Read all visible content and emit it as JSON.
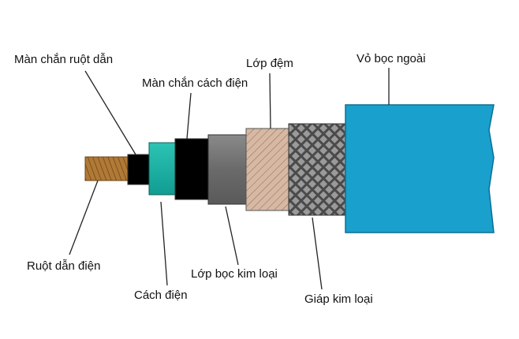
{
  "diagram": {
    "labels": {
      "conductor_shield": "Màn chắn ruột dẫn",
      "insulation_shield": "Màn chắn cách điện",
      "bedding": "Lớp đệm",
      "outer_sheath": "Vỏ bọc ngoài",
      "conductor": "Ruột dẫn điện",
      "insulation": "Cách điện",
      "metallic_sheath": "Lớp bọc kim loại",
      "armour": "Giáp kim loại"
    },
    "colors": {
      "conductor": "#b07a36",
      "conductor_shield": "#000000",
      "insulation": "#1fb3a6",
      "insulation_shield": "#000000",
      "metallic_sheath": "#6e6e6e",
      "bedding": "#d6b8a3",
      "armour": "#555555",
      "outer_sheath": "#1aa0cc"
    }
  }
}
